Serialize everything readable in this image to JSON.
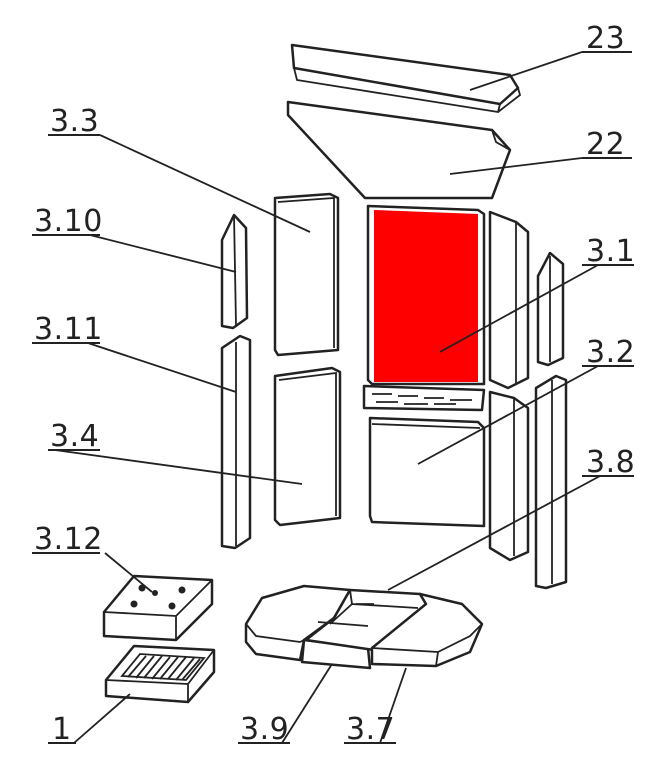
{
  "highlight_color": "#ff0000",
  "highlighted_part": "3.1",
  "labels": {
    "p23": "23",
    "p22": "22",
    "p3_3": "3.3",
    "p3_10": "3.10",
    "p3_1": "3.1",
    "p3_11": "3.11",
    "p3_2": "3.2",
    "p3_4": "3.4",
    "p3_8": "3.8",
    "p3_12": "3.12",
    "p1": "1",
    "p3_9": "3.9",
    "p3_7": "3.7"
  }
}
